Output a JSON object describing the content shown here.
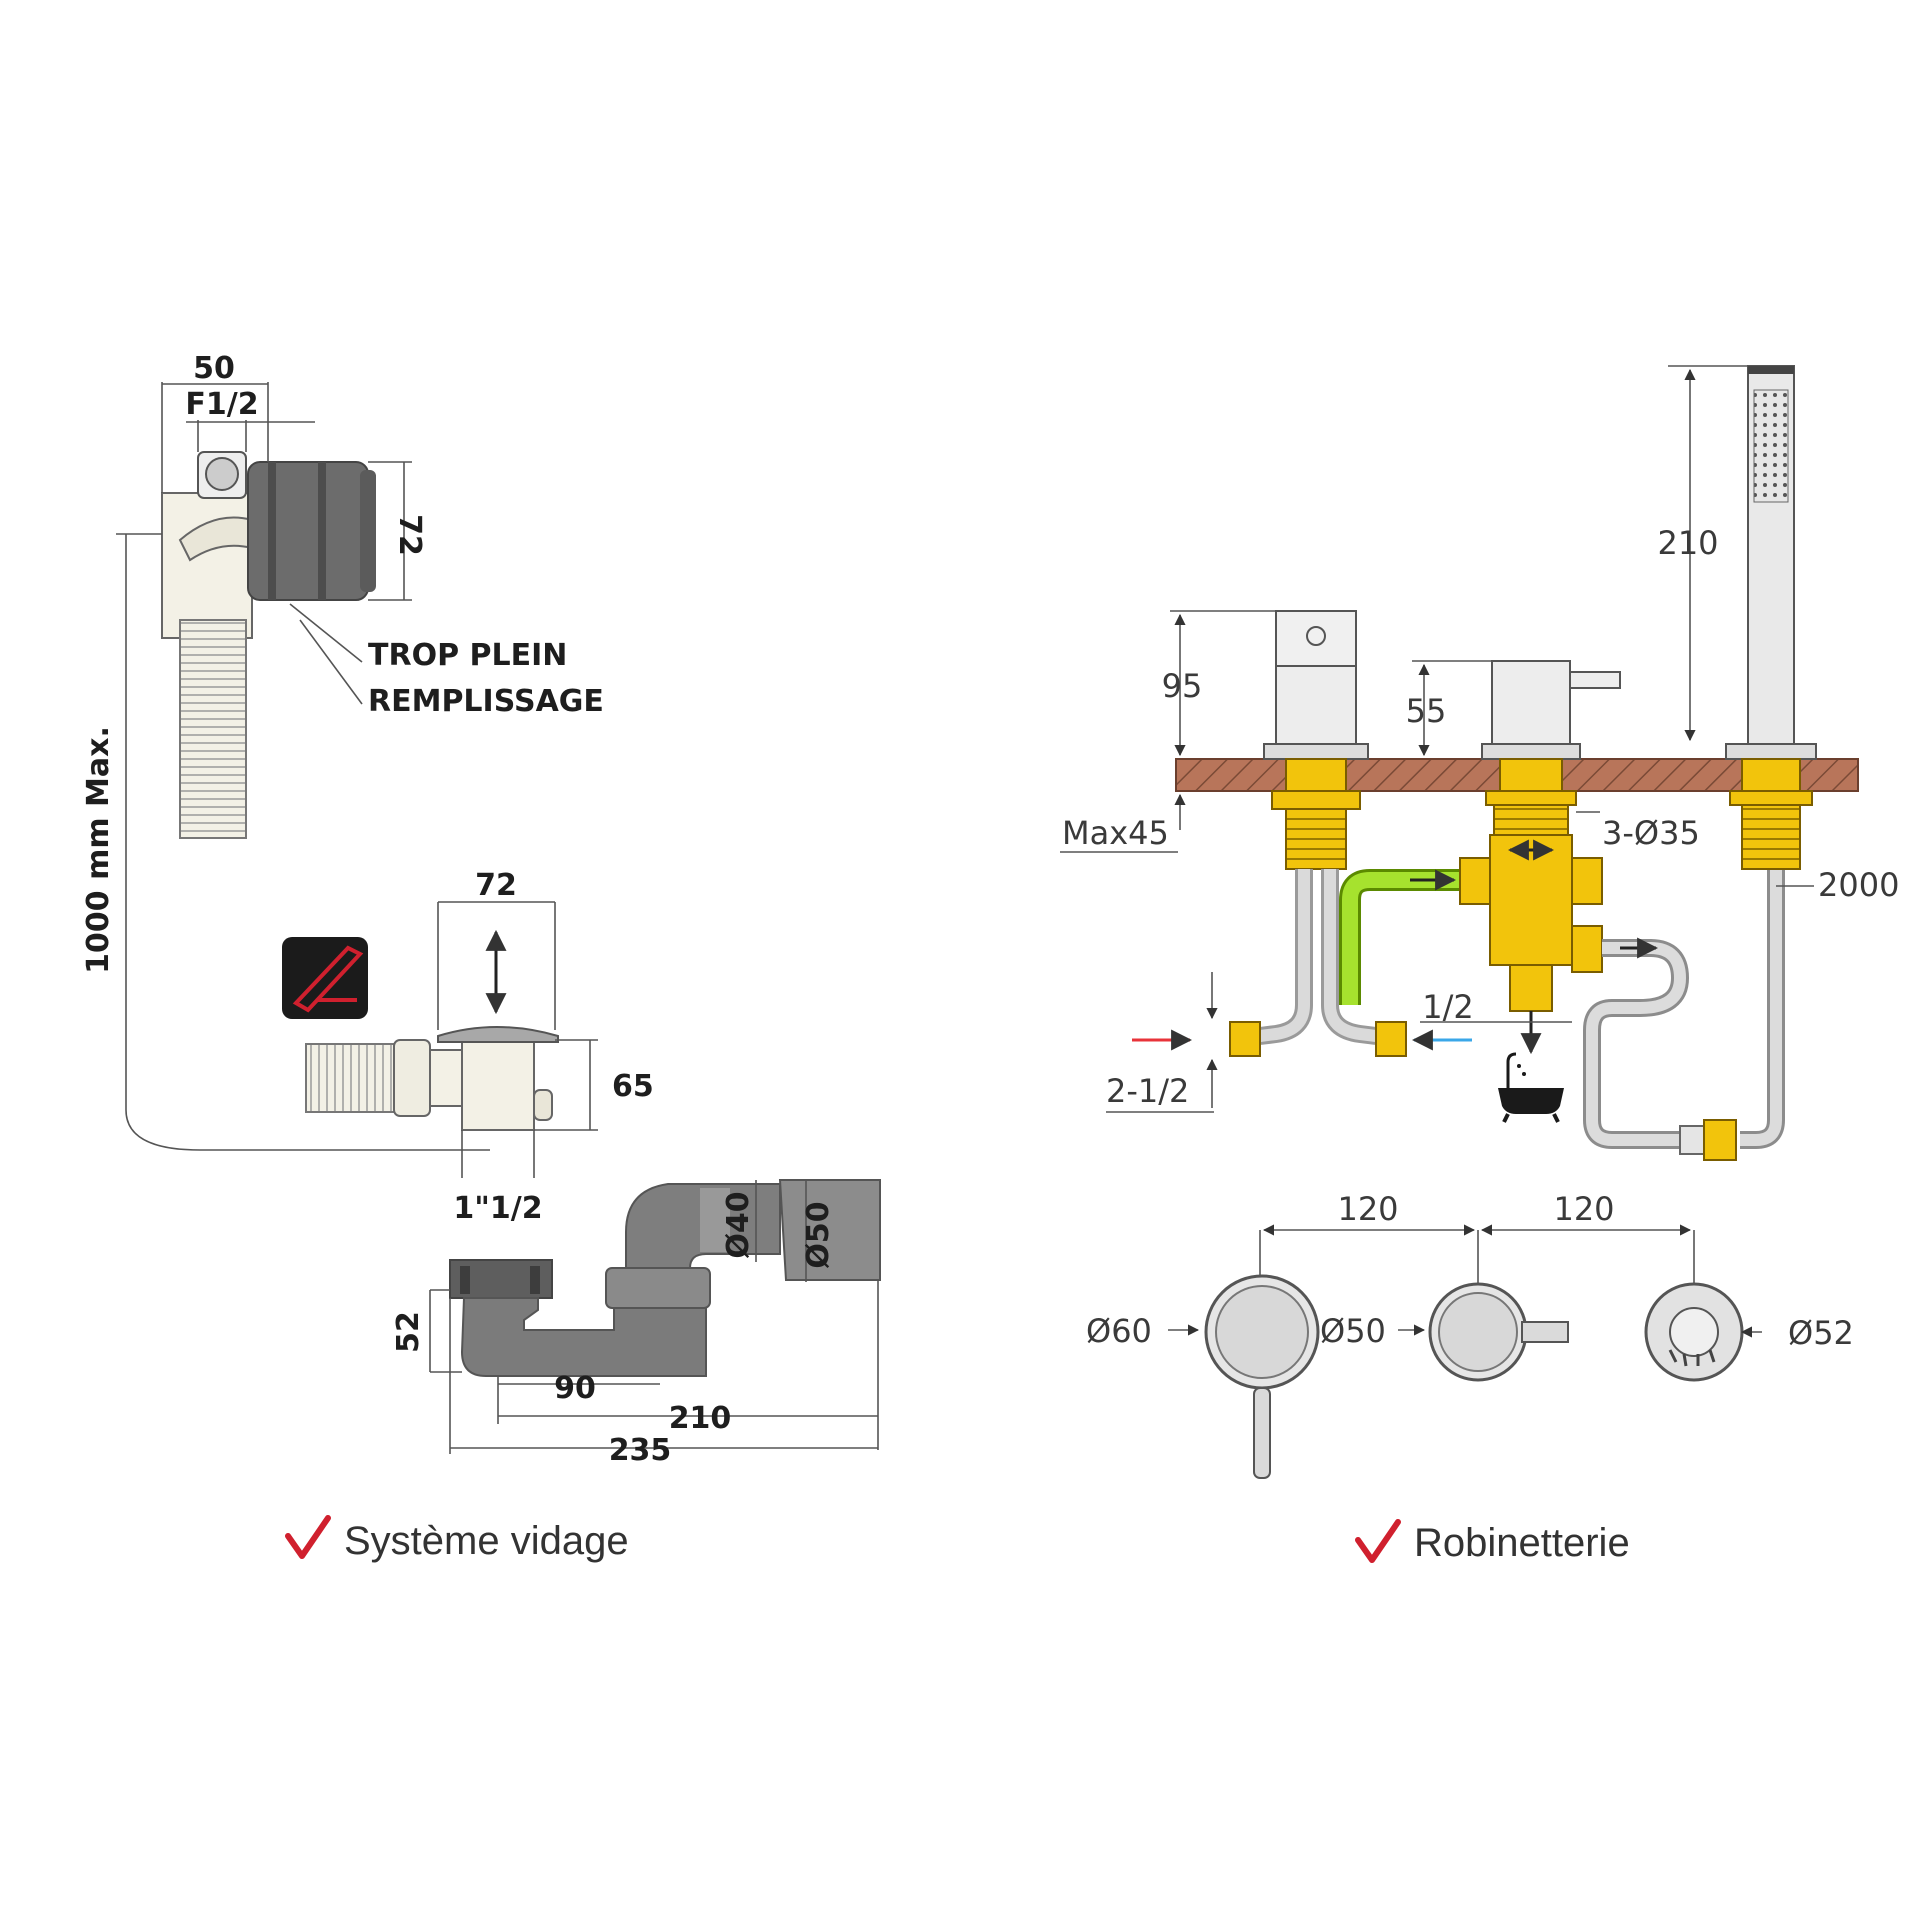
{
  "drain_system": {
    "dims": {
      "overflow_width": "50",
      "overflow_thread": "F1/2",
      "overflow_height": "72",
      "max_height": "1000 mm Max.",
      "waste_width": "72",
      "waste_height": "65",
      "waste_thread": "1\"1/2",
      "pipe_d40": "Ø40",
      "pipe_d50": "Ø50",
      "trap_height": "52",
      "trap_90": "90",
      "trap_210": "210",
      "trap_235": "235"
    },
    "labels": {
      "overflow": "TROP PLEIN",
      "filling": "REMPLISSAGE"
    },
    "caption": "Système vidage"
  },
  "taps": {
    "dims": {
      "handle_height": "95",
      "mixer_height": "55",
      "shower_height": "210",
      "max_deck": "Max45",
      "holes": "3-Ø35",
      "hose_length": "2000",
      "outlet": "1/2",
      "inlets": "2-1/2",
      "spacing_left": "120",
      "spacing_right": "120",
      "dia_60": "Ø60",
      "dia_50": "Ø50",
      "dia_52": "Ø52"
    },
    "caption": "Robinetterie"
  },
  "colors": {
    "check": "#d0202e",
    "brass": "#f2c40c",
    "deck": "#b8755a",
    "green_pipe": "#a6e22e",
    "hot_arrow": "#e8333a",
    "cold_arrow": "#3aa7e8"
  },
  "icons": [
    "checkmark-icon",
    "bathtub-icon",
    "pop-up-icon"
  ]
}
